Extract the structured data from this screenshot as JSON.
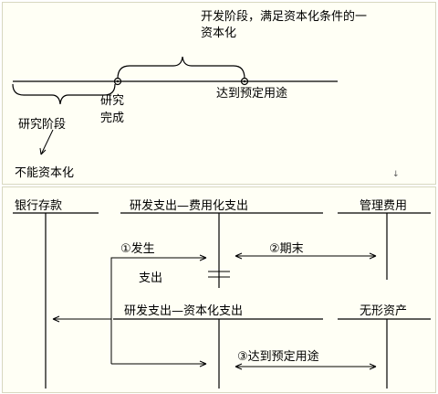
{
  "top_diagram": {
    "dev_stage_line1": "开发阶段，满足资本化条件的一",
    "dev_stage_line2": "资本化",
    "research_done_line1": "研究",
    "research_done_line2": "完成",
    "ready_for_use": "达到预定用途",
    "research_stage": "研究阶段",
    "not_capitalizable": "不能资本化",
    "corner_mark": "↓"
  },
  "t_accounts": {
    "bank_deposit": "银行存款",
    "rd_expensed": "研发支出—费用化支出",
    "admin_expense": "管理费用",
    "rd_capitalized": "研发支出—资本化支出",
    "intangible_asset": "无形资产"
  },
  "flows": {
    "step1_incurred": "①发生",
    "payout": "支出",
    "step2_period_end": "②期末",
    "step3_ready": "③达到预定用途"
  },
  "colors": {
    "ink": "#000000",
    "panel_bg": "#fffff5",
    "panel_border": "#d8d8c0"
  }
}
